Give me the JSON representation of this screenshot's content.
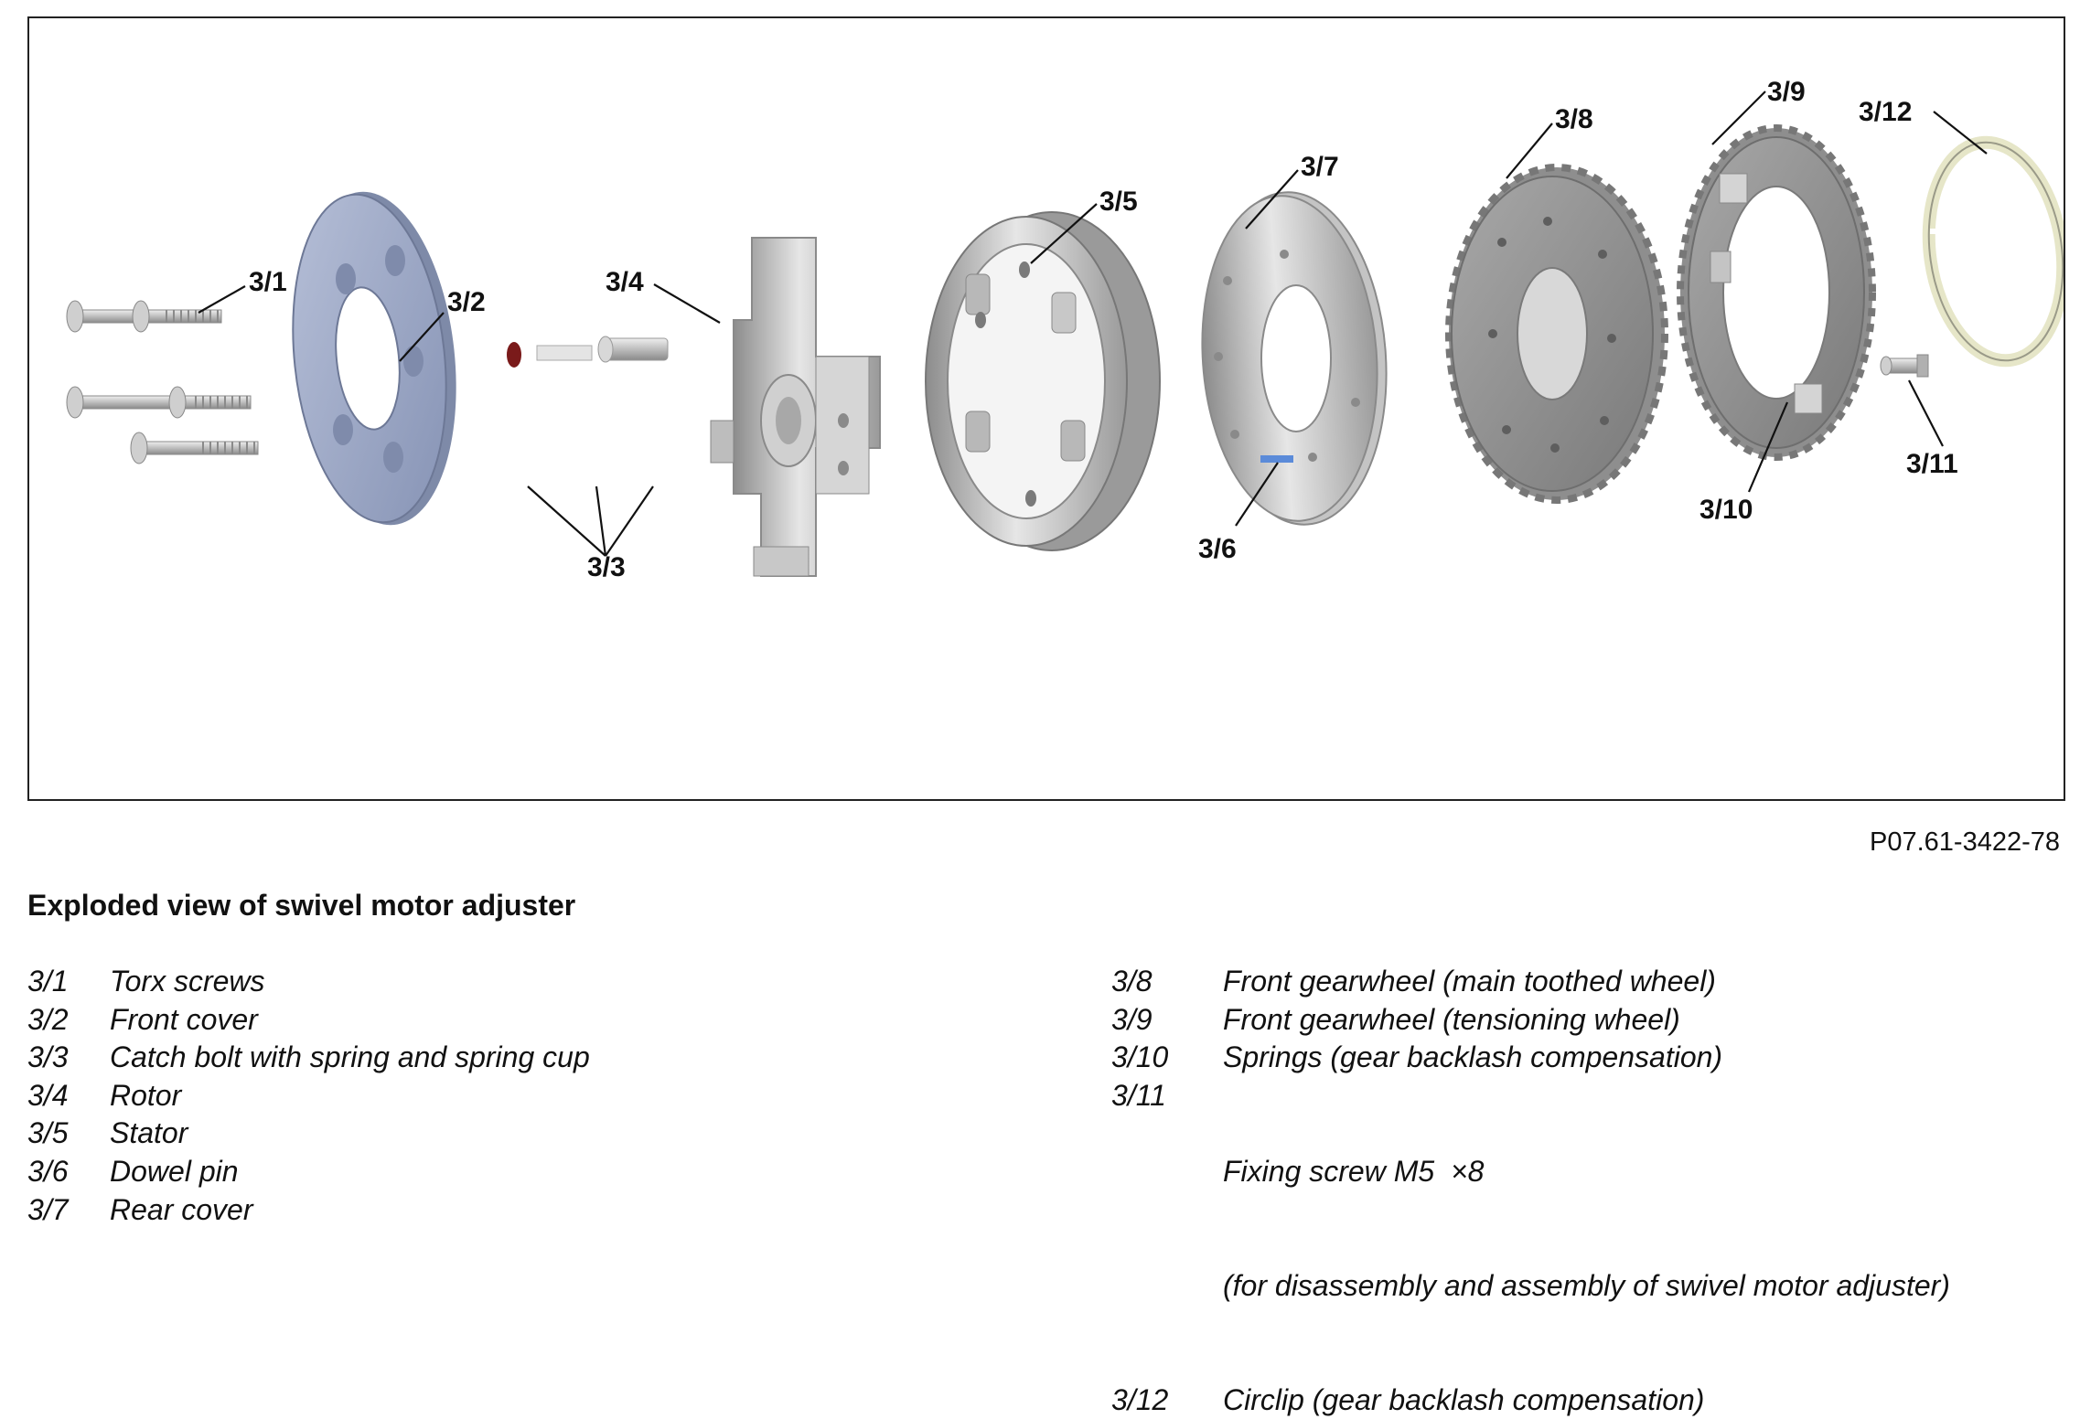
{
  "figure": {
    "callouts": {
      "c1": "3/1",
      "c2": "3/2",
      "c3": "3/3",
      "c4": "3/4",
      "c5": "3/5",
      "c6": "3/6",
      "c7": "3/7",
      "c8": "3/8",
      "c9": "3/9",
      "c10": "3/10",
      "c11": "3/11",
      "c12": "3/12"
    },
    "code": "P07.61-3422-78",
    "colors": {
      "cover_blue": "#9aa6c4",
      "metal_light": "#d6d6d6",
      "metal_mid": "#b4b4b4",
      "metal_dark": "#808080",
      "spring_red": "#7a1a1a",
      "pin_blue": "#5b8bd9"
    }
  },
  "caption": "Exploded view of swivel motor adjuster",
  "legend": {
    "left": [
      {
        "num": "3/1",
        "text": "Torx screws"
      },
      {
        "num": "3/2",
        "text": "Front cover"
      },
      {
        "num": "3/3",
        "text": "Catch bolt with spring and spring cup"
      },
      {
        "num": "3/4",
        "text": "Rotor"
      },
      {
        "num": "3/5",
        "text": "Stator"
      },
      {
        "num": "3/6",
        "text": "Dowel pin"
      },
      {
        "num": "3/7",
        "text": "Rear cover"
      }
    ],
    "right": [
      {
        "num": "3/8",
        "text": "Front gearwheel (main toothed wheel)"
      },
      {
        "num": "3/9",
        "text": "Front gearwheel (tensioning wheel)"
      },
      {
        "num": "3/10",
        "text": "Springs (gear backlash compensation)"
      },
      {
        "num": "3/11",
        "text": "Fixing screw M5  ×8",
        "text2": "(for disassembly and assembly of swivel motor adjuster)"
      },
      {
        "num": "3/12",
        "text": "Circlip (gear backlash compensation)"
      }
    ]
  }
}
